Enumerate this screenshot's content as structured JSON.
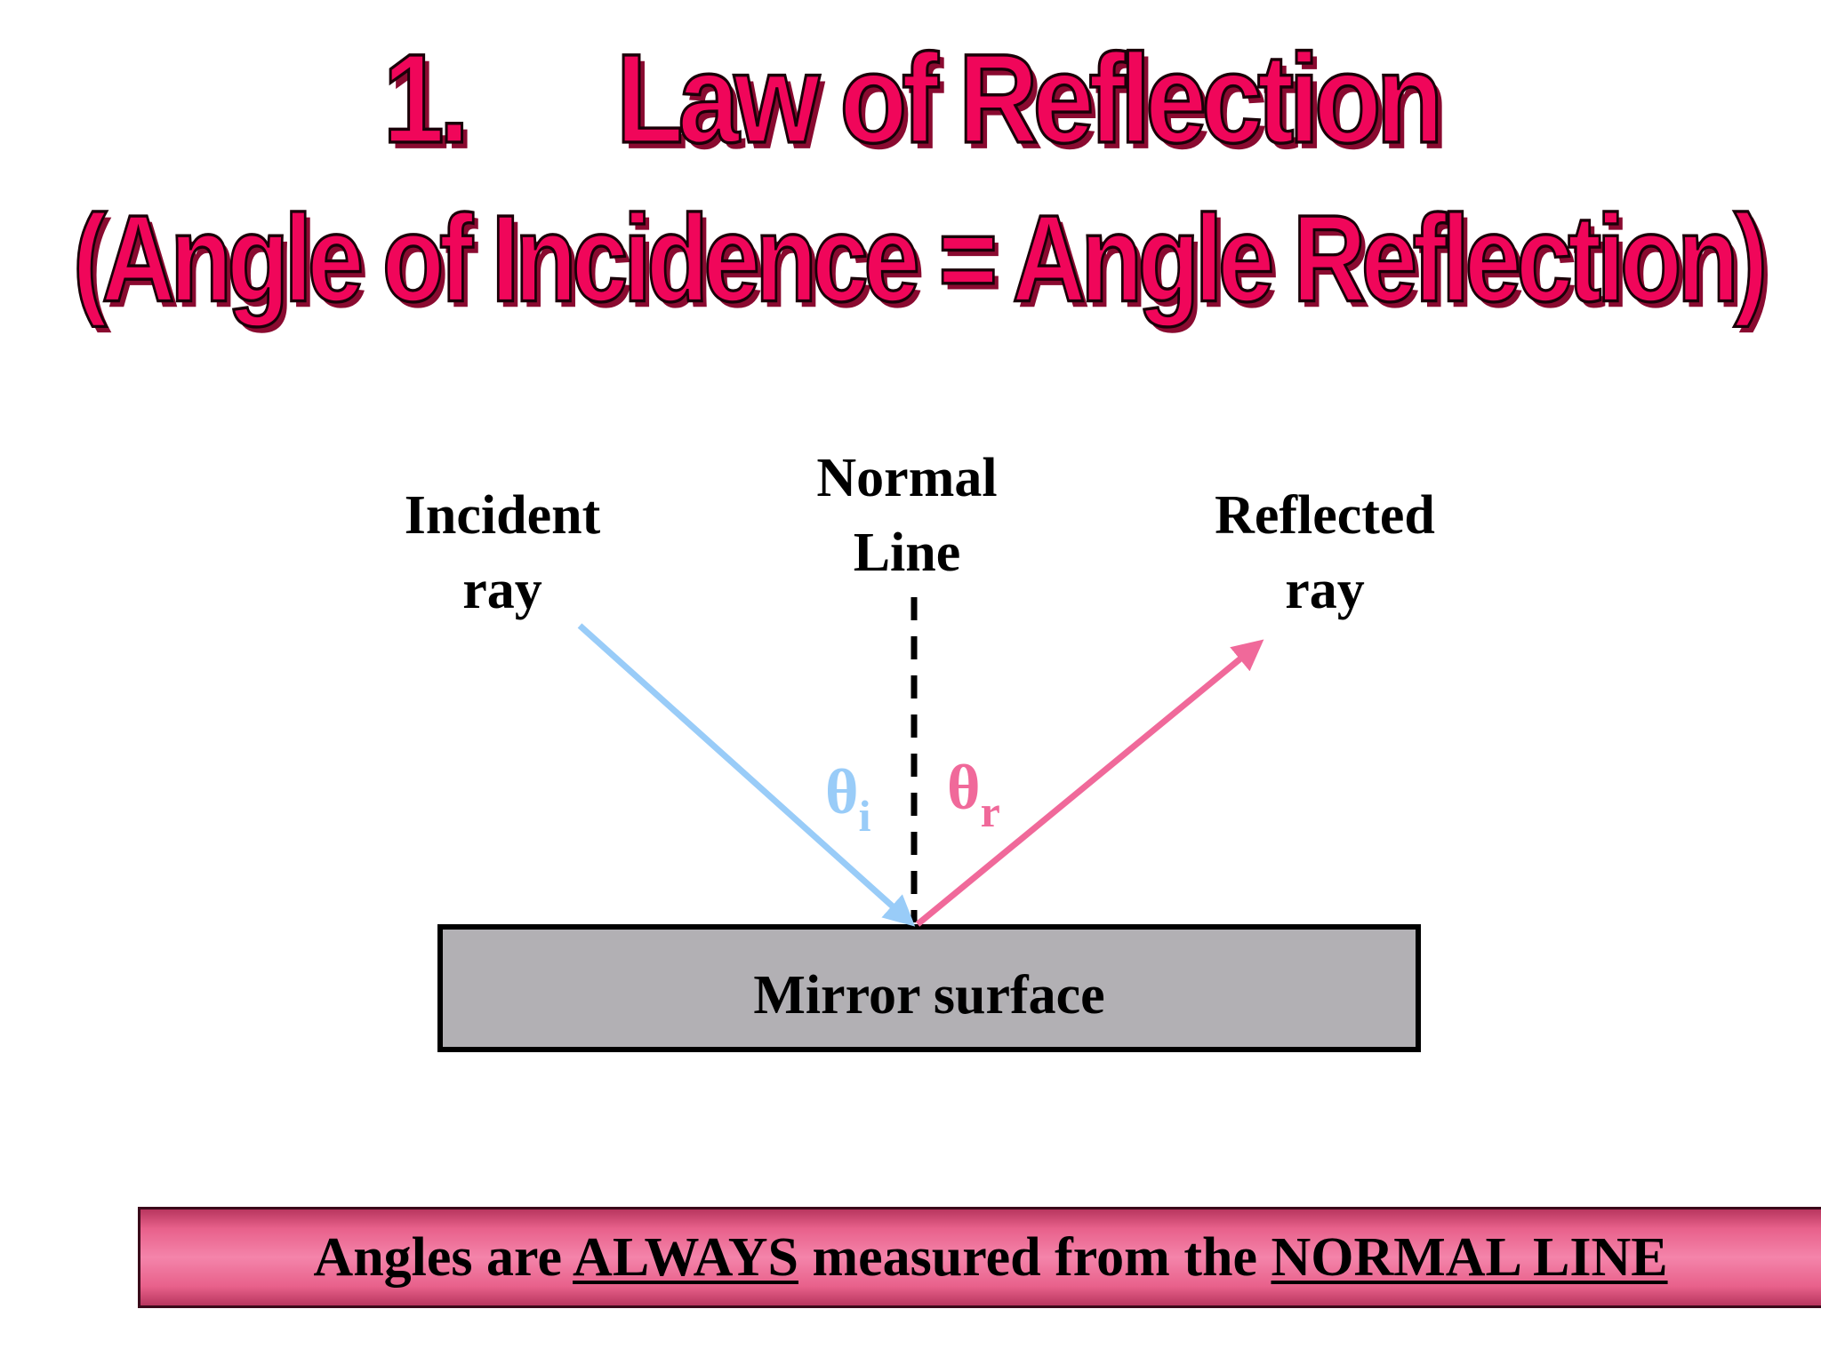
{
  "title": {
    "line1_number": "1.",
    "line1_text": "Law of Reflection",
    "line2": "(Angle of Incidence = Angle Reflection)"
  },
  "diagram": {
    "incident_label_1": "Incident",
    "incident_label_2": "ray",
    "normal_label_1": "Normal",
    "normal_label_2": "Line",
    "reflected_label_1": "Reflected",
    "reflected_label_2": "ray",
    "theta_symbol": "θ",
    "theta_i_sub": "i",
    "theta_r_sub": "r",
    "mirror_label": "Mirror surface",
    "colors": {
      "incident_ray": "#99ccf8",
      "reflected_ray": "#f0699a",
      "mirror_fill": "#b2b0b4",
      "normal_line": "#000000"
    }
  },
  "footer": {
    "part1": "Angles are ",
    "part2": "ALWAYS",
    "part3": " measured from the ",
    "part4": "NORMAL LINE"
  }
}
